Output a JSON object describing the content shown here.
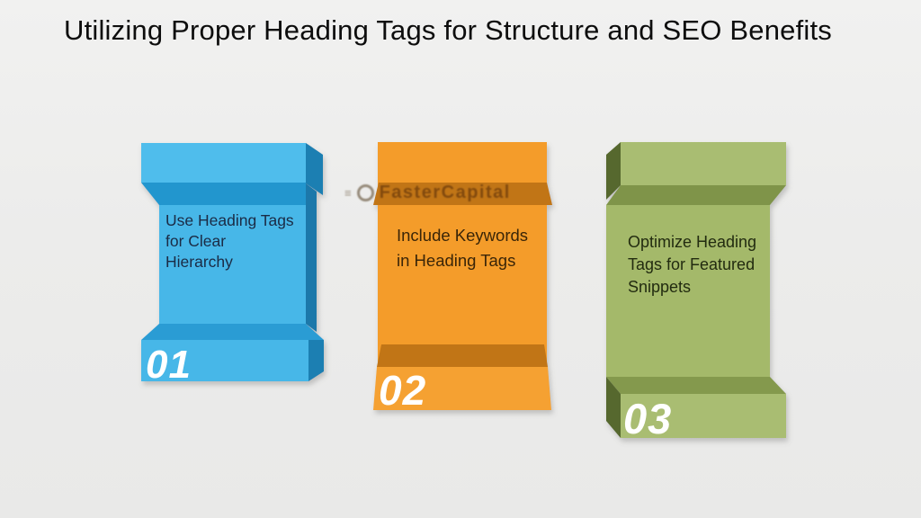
{
  "slide": {
    "title": "Utilizing Proper Heading Tags for Structure and SEO Benefits",
    "background_color": "#ececeb",
    "title_color": "#0d0d0d"
  },
  "watermark": {
    "text": "FasterCapital",
    "logo_icon": "ring-icon",
    "lines_icon": "≡"
  },
  "steps": [
    {
      "id": "01",
      "label": "Use Heading Tags\nfor Clear\nHierarchy",
      "accent": "#47b7e8",
      "accent_dark": "#1e7fb2",
      "text_color": "#1b2b45"
    },
    {
      "id": "02",
      "label": "Include Keywords\nin Heading Tags",
      "accent": "#f49c2b",
      "accent_dark": "#c17412",
      "text_color": "#3a2508"
    },
    {
      "id": "03",
      "label": "Optimize Heading\nTags for Featured\nSnippets",
      "accent": "#a4b96a",
      "accent_dark": "#57682f",
      "text_color": "#222b10"
    }
  ]
}
